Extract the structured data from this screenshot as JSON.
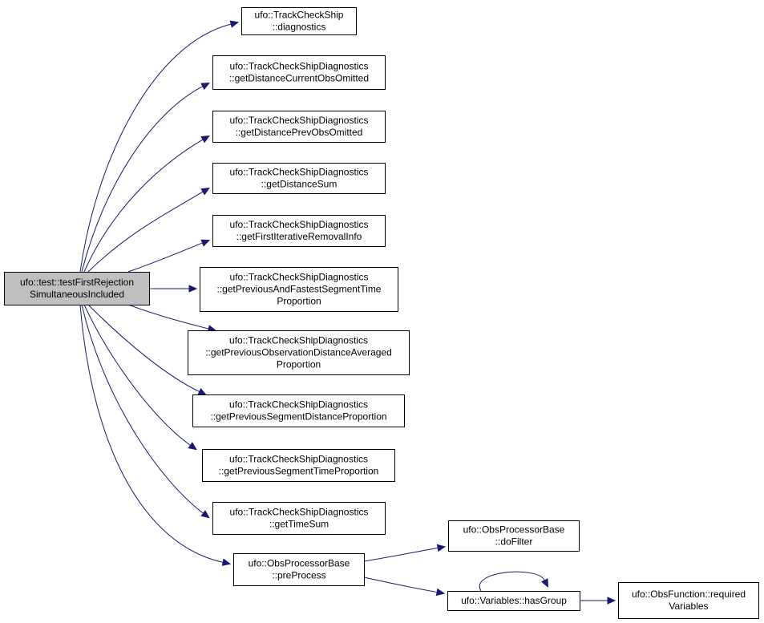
{
  "nodes": [
    {
      "id": "root",
      "lines": [
        "ufo::test::testFirstRejection",
        "SimultaneousIncluded"
      ],
      "focus": true
    },
    {
      "id": "n1",
      "lines": [
        "ufo::TrackCheckShip",
        "::diagnostics"
      ]
    },
    {
      "id": "n2",
      "lines": [
        "ufo::TrackCheckShipDiagnostics",
        "::getDistanceCurrentObsOmitted"
      ]
    },
    {
      "id": "n3",
      "lines": [
        "ufo::TrackCheckShipDiagnostics",
        "::getDistancePrevObsOmitted"
      ]
    },
    {
      "id": "n4",
      "lines": [
        "ufo::TrackCheckShipDiagnostics",
        "::getDistanceSum"
      ]
    },
    {
      "id": "n5",
      "lines": [
        "ufo::TrackCheckShipDiagnostics",
        "::getFirstIterativeRemovalInfo"
      ]
    },
    {
      "id": "n6",
      "lines": [
        "ufo::TrackCheckShipDiagnostics",
        "::getPreviousAndFastestSegmentTime",
        "Proportion"
      ]
    },
    {
      "id": "n7",
      "lines": [
        "ufo::TrackCheckShipDiagnostics",
        "::getPreviousObservationDistanceAveraged",
        "Proportion"
      ]
    },
    {
      "id": "n8",
      "lines": [
        "ufo::TrackCheckShipDiagnostics",
        "::getPreviousSegmentDistanceProportion"
      ]
    },
    {
      "id": "n9",
      "lines": [
        "ufo::TrackCheckShipDiagnostics",
        "::getPreviousSegmentTimeProportion"
      ]
    },
    {
      "id": "n10",
      "lines": [
        "ufo::TrackCheckShipDiagnostics",
        "::getTimeSum"
      ]
    },
    {
      "id": "n11",
      "lines": [
        "ufo::ObsProcessorBase",
        "::preProcess"
      ]
    },
    {
      "id": "n12",
      "lines": [
        "ufo::ObsProcessorBase",
        "::doFilter"
      ]
    },
    {
      "id": "n13",
      "lines": [
        "ufo::Variables::hasGroup"
      ]
    },
    {
      "id": "n14",
      "lines": [
        "ufo::ObsFunction::required",
        "Variables"
      ]
    }
  ],
  "edges": [
    {
      "from": "root",
      "to": "n1"
    },
    {
      "from": "root",
      "to": "n2"
    },
    {
      "from": "root",
      "to": "n3"
    },
    {
      "from": "root",
      "to": "n4"
    },
    {
      "from": "root",
      "to": "n5"
    },
    {
      "from": "root",
      "to": "n6"
    },
    {
      "from": "root",
      "to": "n7"
    },
    {
      "from": "root",
      "to": "n8"
    },
    {
      "from": "root",
      "to": "n9"
    },
    {
      "from": "root",
      "to": "n10"
    },
    {
      "from": "root",
      "to": "n11"
    },
    {
      "from": "n11",
      "to": "n12"
    },
    {
      "from": "n11",
      "to": "n13"
    },
    {
      "from": "n13",
      "to": "n13"
    },
    {
      "from": "n13",
      "to": "n14"
    }
  ],
  "colors": {
    "edge": "#191970",
    "focus_fill": "#bfbfbf",
    "node_fill": "#ffffff",
    "node_stroke": "#000000"
  }
}
